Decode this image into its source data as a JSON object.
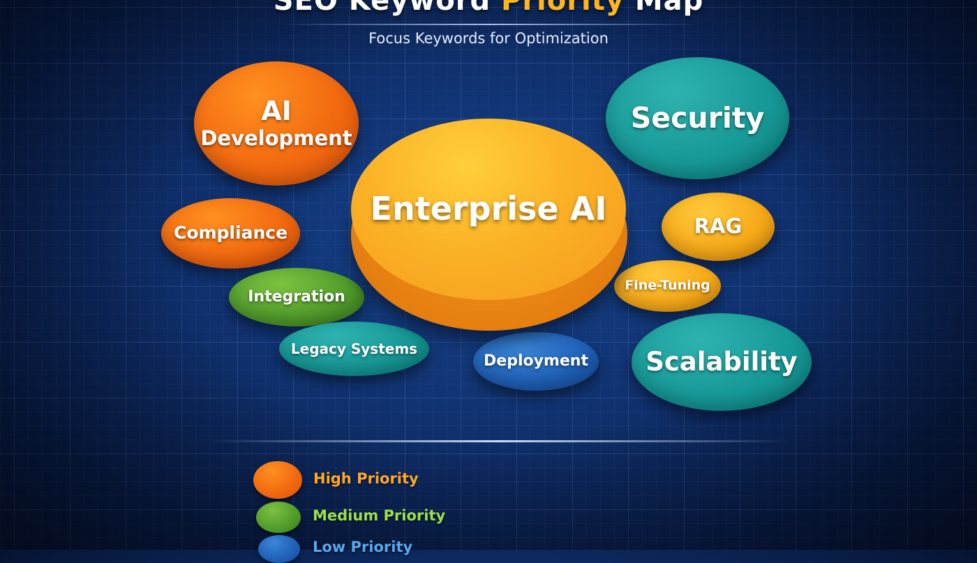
{
  "header": {
    "title_part1": "SEO Keyword ",
    "title_accent": "Priority",
    "title_part2": " Map",
    "subtitle": "Focus Keywords for Optimization"
  },
  "keywords": {
    "center": "Enterprise AI",
    "ai_development_line1": "AI",
    "ai_development_line2": "Development",
    "security": "Security",
    "compliance": "Compliance",
    "rag": "RAG",
    "integration": "Integration",
    "fine_tuning": "Fine-Tuning",
    "legacy_systems": "Legacy Systems",
    "deployment": "Deployment",
    "scalability": "Scalability"
  },
  "legend": {
    "high": "High Priority",
    "medium": "Medium Priority",
    "low": "Low Priority"
  },
  "colors": {
    "high": "#f26a10",
    "medium": "#5aa82f",
    "low": "#1e5fb5",
    "accent_title": "#ffb51f",
    "teal": "#169896",
    "yellow": "#f6a818",
    "background": "#0f2f6b"
  }
}
